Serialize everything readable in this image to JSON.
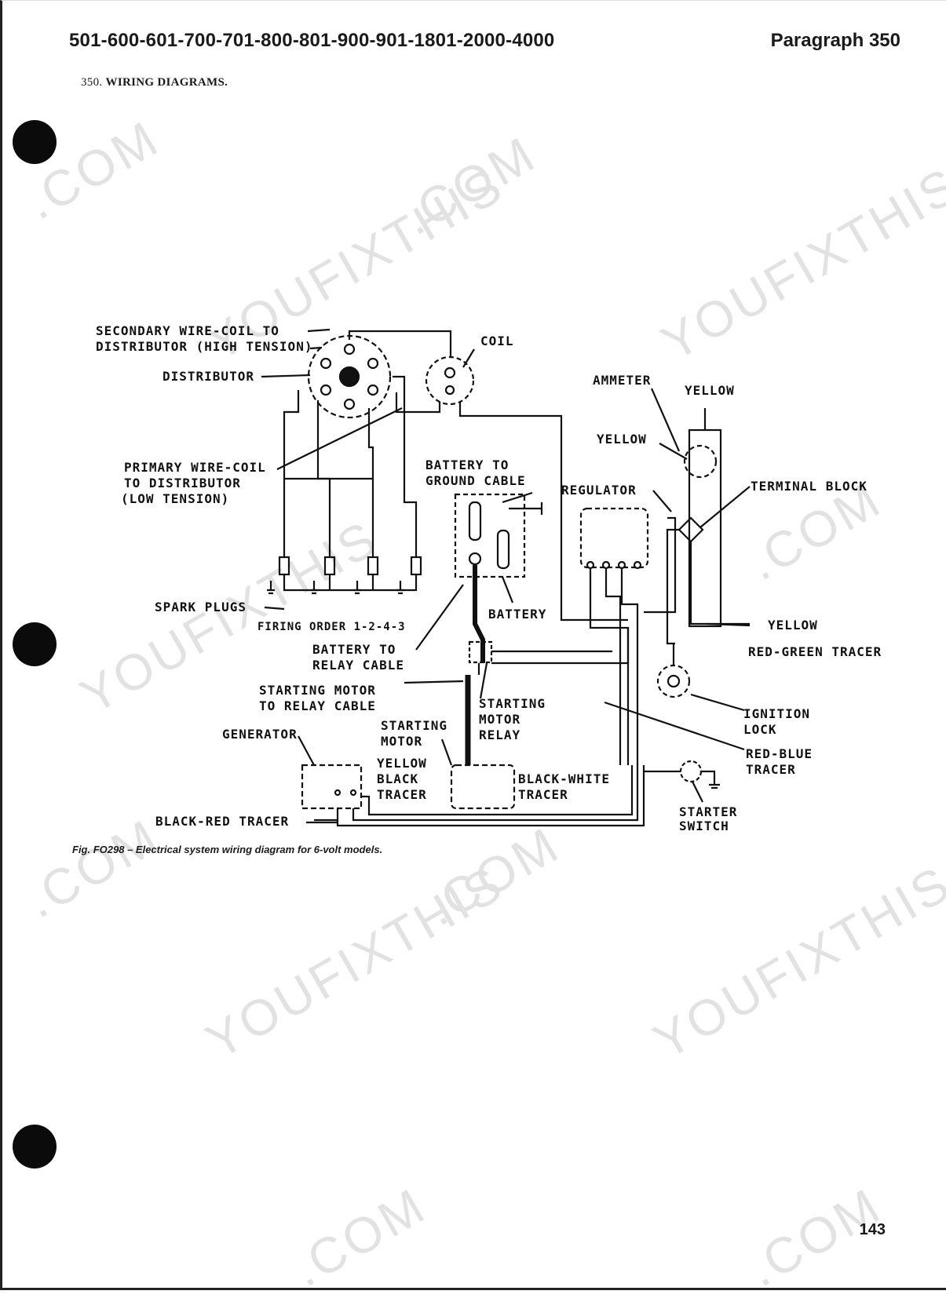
{
  "header": {
    "models": "501-600-601-700-701-800-801-900-901-1801-2000-4000",
    "paragraph": "Paragraph 350"
  },
  "section": {
    "number": "350.",
    "title": "WIRING DIAGRAMS."
  },
  "diagram": {
    "labels": {
      "secondary_1": "SECONDARY WIRE-COIL TO",
      "secondary_2": "DISTRIBUTOR (HIGH TENSION)",
      "coil": "COIL",
      "distributor": "DISTRIBUTOR",
      "ammeter": "AMMETER",
      "yellow_top": "YELLOW",
      "yellow_mid": "YELLOW",
      "primary_1": "PRIMARY WIRE-COIL",
      "primary_2": "TO DISTRIBUTOR",
      "primary_3": "(LOW TENSION)",
      "battery_ground_1": "BATTERY TO",
      "battery_ground_2": "GROUND CABLE",
      "regulator": "REGULATOR",
      "terminal_block": "TERMINAL BLOCK",
      "spark_plugs": "SPARK PLUGS",
      "battery": "BATTERY",
      "firing_order": "FIRING ORDER 1-2-4-3",
      "yellow_right": "YELLOW",
      "battery_relay_1": "BATTERY TO",
      "battery_relay_2": "RELAY CABLE",
      "red_green": "RED-GREEN TRACER",
      "starting_relay_cable_1": "STARTING MOTOR",
      "starting_relay_cable_2": "TO RELAY CABLE",
      "starting_motor_relay_1": "STARTING",
      "starting_motor_relay_2": "MOTOR",
      "starting_motor_relay_3": "RELAY",
      "ignition_lock_1": "IGNITION",
      "ignition_lock_2": "LOCK",
      "generator": "GENERATOR",
      "starting_motor_1": "STARTING",
      "starting_motor_2": "MOTOR",
      "yellow_gen": "YELLOW",
      "black_tracer_1": "BLACK",
      "black_tracer_2": "TRACER",
      "black_white_1": "BLACK-WHITE",
      "black_white_2": "TRACER",
      "red_blue_1": "RED-BLUE",
      "red_blue_2": "TRACER",
      "black_red": "BLACK-RED TRACER",
      "starter_switch_1": "STARTER",
      "starter_switch_2": "SWITCH"
    }
  },
  "caption": "Fig. FO298 – Electrical system wiring diagram for 6-volt models.",
  "page_number": "143",
  "watermark": {
    "brand": "YOUFIXTHIS",
    "domain": ".COM"
  }
}
